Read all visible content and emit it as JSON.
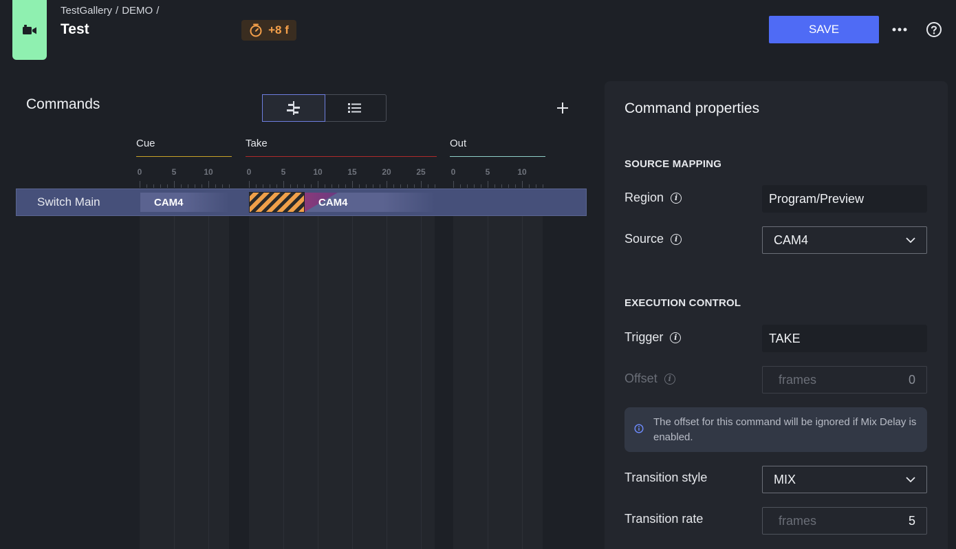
{
  "header": {
    "breadcrumb": [
      "TestGallery",
      "/",
      "DEMO",
      "/"
    ],
    "title": "Test",
    "offset_badge": "+8 f",
    "save_label": "SAVE"
  },
  "commands": {
    "title": "Commands",
    "phases": [
      {
        "label": "Cue",
        "color": "#c9a227",
        "ticks": [
          "0",
          "5",
          "10"
        ]
      },
      {
        "label": "Take",
        "color": "#b02a2a",
        "ticks": [
          "0",
          "5",
          "10",
          "15",
          "20",
          "25"
        ]
      },
      {
        "label": "Out",
        "color": "#8fd0c8",
        "ticks": [
          "0",
          "5",
          "10"
        ]
      }
    ],
    "track": {
      "name": "Switch Main",
      "cue_clip": "CAM4",
      "take_clip": "CAM4"
    }
  },
  "properties": {
    "title": "Command properties",
    "source_mapping": {
      "heading": "SOURCE MAPPING",
      "region_label": "Region",
      "region_value": "Program/Preview",
      "source_label": "Source",
      "source_value": "CAM4"
    },
    "execution_control": {
      "heading": "EXECUTION CONTROL",
      "trigger_label": "Trigger",
      "trigger_value": "TAKE",
      "offset_label": "Offset",
      "offset_placeholder": "frames",
      "offset_value": "0",
      "notice": "The offset for this command will be ignored if Mix Delay is enabled.",
      "transition_style_label": "Transition style",
      "transition_style_value": "MIX",
      "transition_rate_label": "Transition rate",
      "transition_rate_placeholder": "frames",
      "transition_rate_value": "5"
    }
  },
  "colors": {
    "accent": "#4f6bf5",
    "app_tile": "#8ff0b0",
    "badge_text": "#f5a04a"
  }
}
